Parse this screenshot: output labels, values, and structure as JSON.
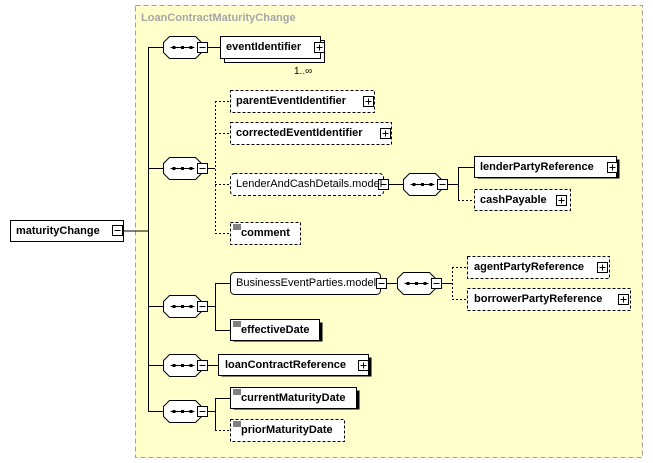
{
  "group": {
    "title": "LoanContractMaturityChange"
  },
  "root": {
    "label": "maturityChange"
  },
  "elements": {
    "event_identifier": "eventIdentifier",
    "event_identifier_cardinality": "1..∞",
    "parent_event_identifier": "parentEventIdentifier",
    "corrected_event_identifier": "correctedEventIdentifier",
    "lender_and_cash_details_model": "LenderAndCashDetails.model",
    "lender_party_reference": "lenderPartyReference",
    "cash_payable": "cashPayable",
    "comment": "comment",
    "business_event_parties_model": "BusinessEventParties.model",
    "agent_party_reference": "agentPartyReference",
    "borrower_party_reference": "borrowerPartyReference",
    "effective_date": "effectiveDate",
    "loan_contract_reference": "loanContractReference",
    "current_maturity_date": "currentMaturityDate",
    "prior_maturity_date": "priorMaturityDate"
  },
  "colors": {
    "group_fill": "#ffffcc",
    "group_border": "#a0a0a0",
    "box_fill": "#ffffff",
    "line": "#000000",
    "title_text": "#a5a5a5"
  }
}
